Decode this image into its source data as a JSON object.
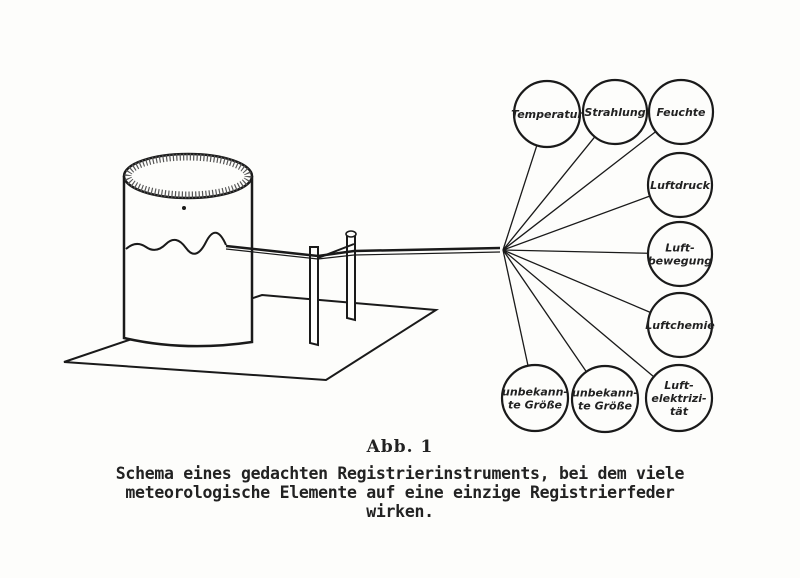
{
  "figure": {
    "label": "Abb. 1",
    "caption_lines": [
      "Schema eines gedachten Registrierinstruments, bei dem viele",
      "meteorologische Elemente auf eine einzige Registrierfeder",
      "wirken."
    ]
  },
  "elements": [
    {
      "id": "temperatur",
      "lines": [
        "Temperatur"
      ]
    },
    {
      "id": "strahlung",
      "lines": [
        "Strahlung"
      ]
    },
    {
      "id": "feuchte",
      "lines": [
        "Feuchte"
      ]
    },
    {
      "id": "luftdruck",
      "lines": [
        "Luftdruck"
      ]
    },
    {
      "id": "luftbewegung",
      "lines": [
        "Luft-",
        "bewegung"
      ]
    },
    {
      "id": "luftchemie",
      "lines": [
        "Luftchemie"
      ]
    },
    {
      "id": "luftelektrizitaet",
      "lines": [
        "Luft-",
        "elektrizi-",
        "tät"
      ]
    },
    {
      "id": "unbekannte-groesse-2",
      "lines": [
        "unbekann-",
        "te Größe"
      ]
    },
    {
      "id": "unbekannte-groesse-1",
      "lines": [
        "unbekann-",
        "te Größe"
      ]
    }
  ],
  "colors": {
    "ink": "#1a1a1a",
    "paper": "#fdfdfb"
  }
}
